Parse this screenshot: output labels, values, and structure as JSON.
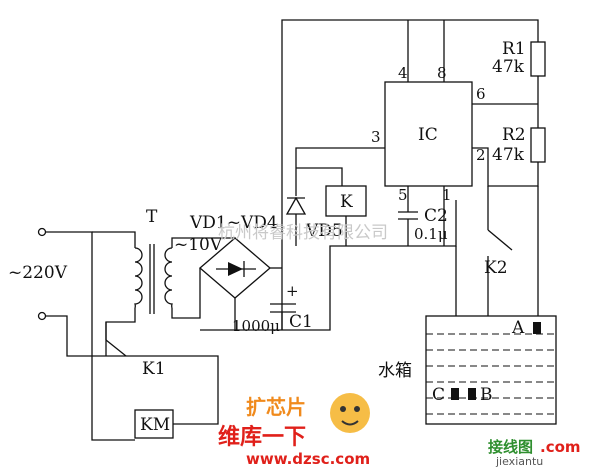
{
  "labels": {
    "ac_input": "~220V",
    "transformer": "T",
    "bridge": "VD1~VD4",
    "secondary": "~10V",
    "c1_value": "1000μ",
    "c1_name": "C1",
    "c1_plus": "+",
    "vd5": "VD5",
    "relay_k": "K",
    "ic": "IC",
    "ic_pin4": "4",
    "ic_pin8": "8",
    "ic_pin6": "6",
    "ic_pin3": "3",
    "ic_pin2": "2",
    "ic_pin5": "5",
    "ic_pin1": "1",
    "r1_name": "R1",
    "r1_value": "47k",
    "r2_name": "R2",
    "r2_value": "47k",
    "c2_name": "C2",
    "c2_value": "0.1μ",
    "k2": "K2",
    "k1": "K1",
    "km": "KM",
    "tank": "水箱",
    "probe_a": "A",
    "probe_b": "B",
    "probe_c": "C"
  },
  "watermark": {
    "center_text": "杭州将睿科技有限公司",
    "brand_top": "扩芯片",
    "brand_main": "维库一下",
    "brand_url": "www.dzsc.com",
    "corner_cn": "接线图",
    "corner_com": ".com",
    "corner_url": "jiexiantu"
  }
}
